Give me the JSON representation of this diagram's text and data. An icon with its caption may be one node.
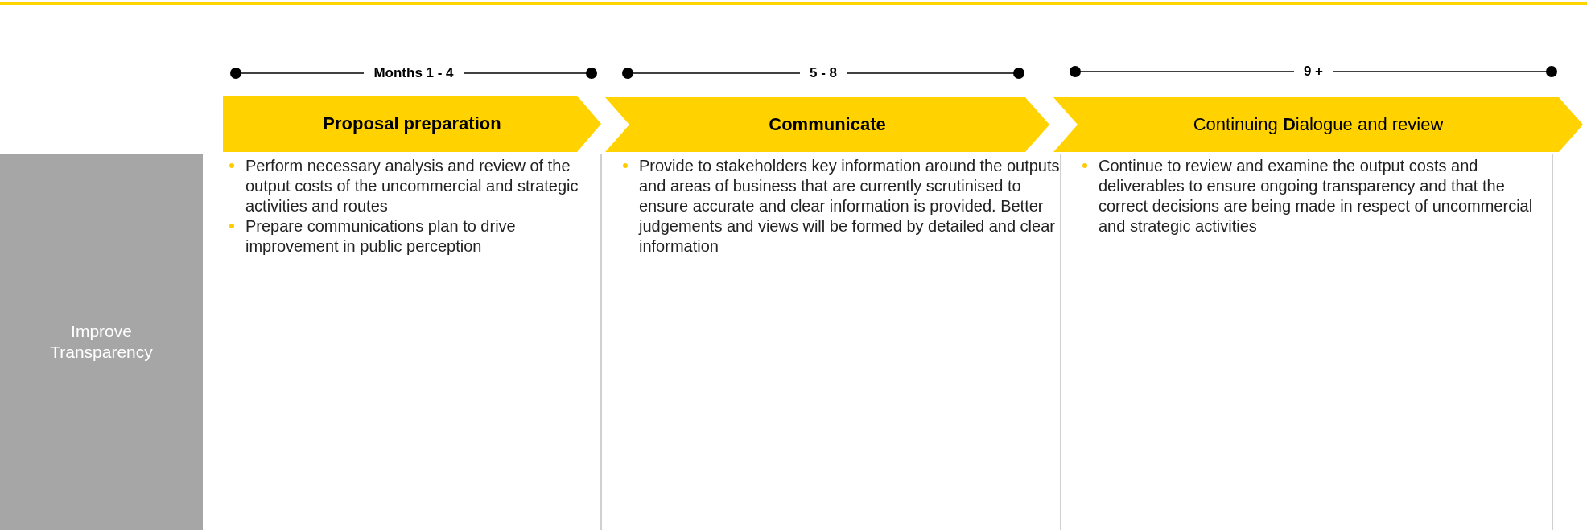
{
  "diagram": {
    "nodes": [
      {
        "text": [
          "Improve Transparency"
        ]
      },
      {
        "text": [
          "Proposal preparation"
        ]
      },
      {
        "text": [
          "Communicate"
        ]
      },
      {
        "text": [
          "Continuing **D**ialogue and review"
        ]
      }
    ],
    "labels": [
      "Months  1 - 4",
      "5 - 8",
      "9 +",
      "Perform necessary analysis and review of the output costs of the uncommercial and strategic activities and routes",
      "Prepare communications plan to drive improvement in public perception",
      "Provide to stakeholders key information around the outputs and areas of business that are currently scrutinised to ensure accurate and clear information is provided. Better judgements and views will be formed by detailed and clear information",
      "Continue to review and examine the output costs and deliverables to ensure ongoing transparency and that the correct decisions are being made in respect of uncommercial and strategic activities"
    ]
  }
}
